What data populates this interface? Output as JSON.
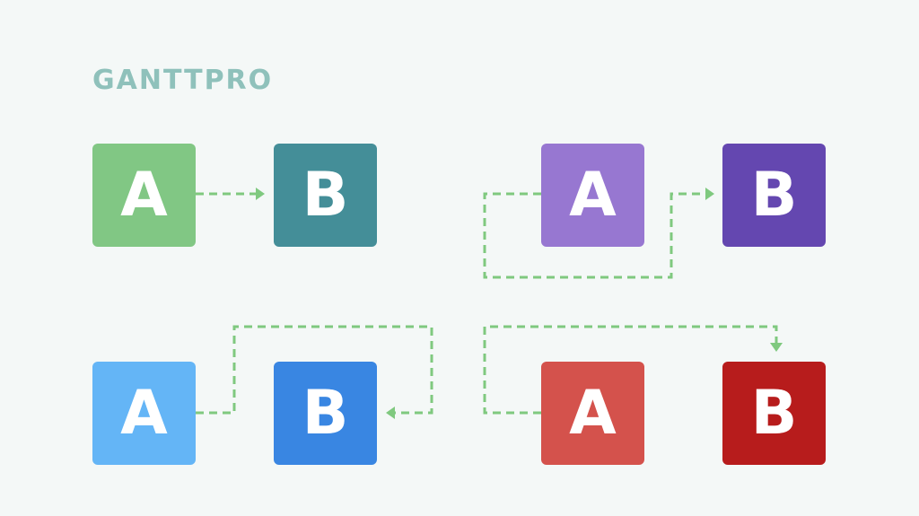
{
  "brand": {
    "logo_text": "GANTTPRO"
  },
  "diagrams": [
    {
      "type": "finish-to-start",
      "a": {
        "label": "A",
        "color": "#81c784"
      },
      "b": {
        "label": "B",
        "color": "#448e98"
      }
    },
    {
      "type": "start-to-start",
      "a": {
        "label": "A",
        "color": "#9777d1"
      },
      "b": {
        "label": "B",
        "color": "#6447b0"
      }
    },
    {
      "type": "finish-to-finish",
      "a": {
        "label": "A",
        "color": "#64b5f6"
      },
      "b": {
        "label": "B",
        "color": "#3986e2"
      }
    },
    {
      "type": "start-to-finish",
      "a": {
        "label": "A",
        "color": "#d4524c"
      },
      "b": {
        "label": "B",
        "color": "#b71c1c"
      }
    }
  ],
  "connector_color": "#7fc97f"
}
